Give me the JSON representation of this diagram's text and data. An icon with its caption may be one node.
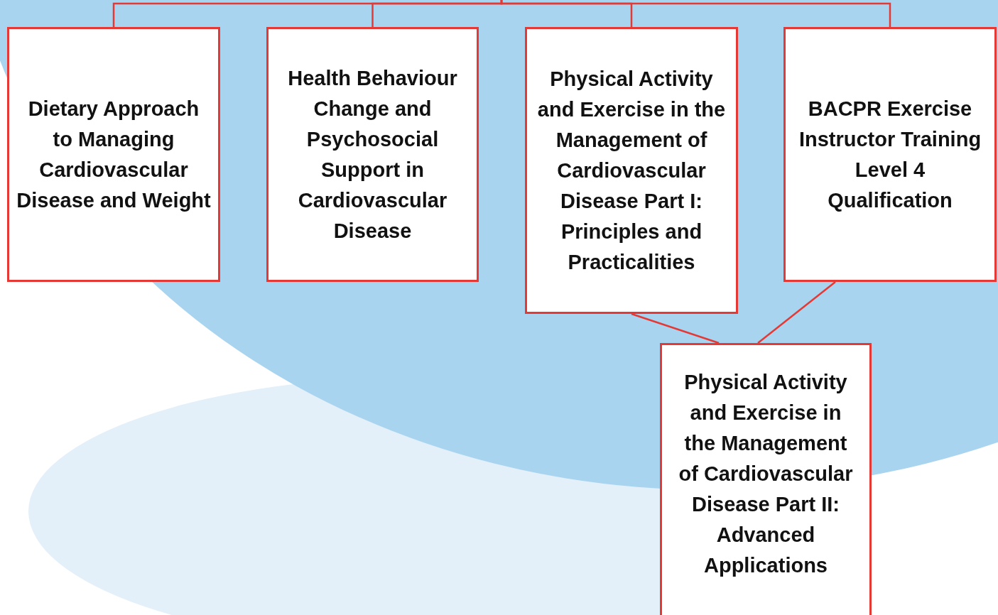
{
  "diagram": {
    "nodes": [
      {
        "text": [
          "Dietary Approach to Managing Cardiovascular Disease and Weight"
        ]
      },
      {
        "text": [
          "Health Behaviour Change and Psychosocial Support in Cardiovascular Disease"
        ]
      },
      {
        "text": [
          "Physical Activity and Exercise in the Management of Cardiovascular Disease Part I: Principles and Practicalities"
        ]
      },
      {
        "text": [
          "BACPR Exercise Instructor Training Level 4 Qualification"
        ]
      },
      {
        "text": [
          "Physical Activity and Exercise in the Management of Cardiovascular Disease Part II: Advanced Applications"
        ]
      }
    ],
    "edges": [
      {
        "from": null,
        "to": 0,
        "arrow": "none"
      },
      {
        "from": null,
        "to": 1,
        "arrow": "none"
      },
      {
        "from": null,
        "to": 2,
        "arrow": "none"
      },
      {
        "from": null,
        "to": 3,
        "arrow": "none"
      },
      {
        "from": 2,
        "to": 4,
        "arrow": "none"
      },
      {
        "from": 3,
        "to": 4,
        "arrow": "none"
      }
    ]
  }
}
